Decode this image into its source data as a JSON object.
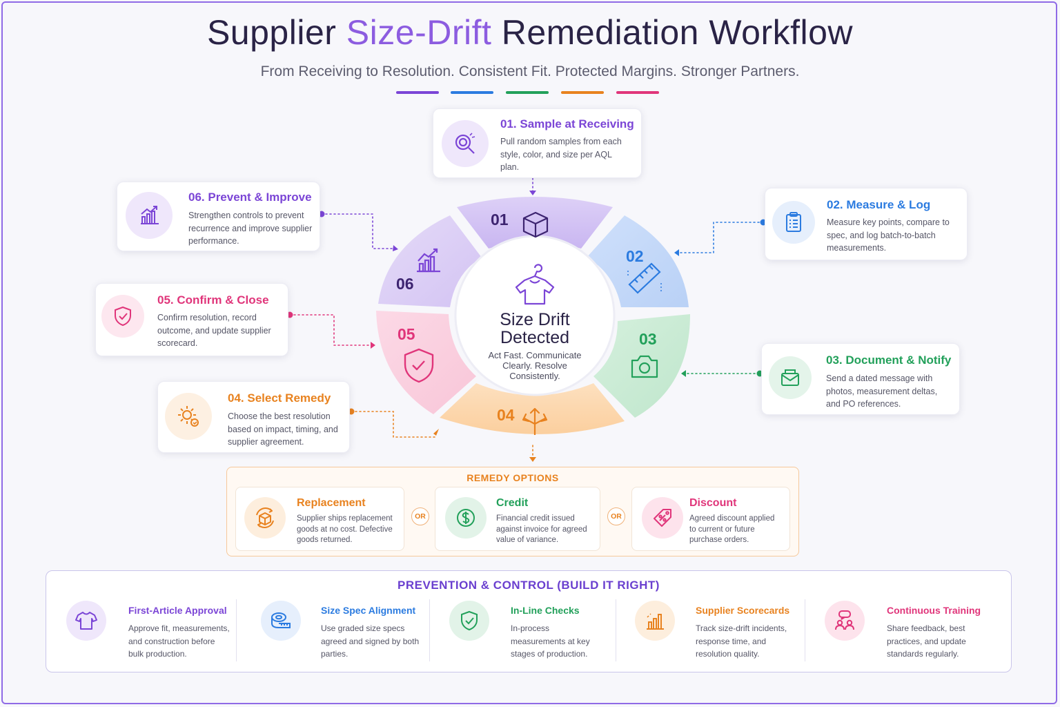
{
  "header": {
    "title_part1": "Supplier ",
    "title_accent": "Size-Drift",
    "title_part2": " Remediation Workflow",
    "subtitle": "From Receiving to Resolution. Consistent Fit. Protected Margins. Stronger Partners."
  },
  "colors": {
    "purple": "#7b45d6",
    "blue": "#2b7be0",
    "green": "#22a05a",
    "orange": "#e8821f",
    "pink": "#e0357a"
  },
  "center": {
    "title": "Size Drift Detected",
    "subtitle": "Act Fast. Communicate Clearly. Resolve Consistently.",
    "icon": "shirt-hanger-icon"
  },
  "segments": [
    {
      "label": "01",
      "icon": "box-icon"
    },
    {
      "label": "02",
      "icon": "ruler-icon"
    },
    {
      "label": "03",
      "icon": "camera-icon"
    },
    {
      "label": "04",
      "icon": "split-arrows-icon"
    },
    {
      "label": "05",
      "icon": "shield-check-icon"
    },
    {
      "label": "06",
      "icon": "growth-chart-icon"
    }
  ],
  "steps": [
    {
      "title": "01. Sample at Receiving",
      "desc": "Pull random samples from each style, color, and size per AQL plan.",
      "icon": "magnifier-icon"
    },
    {
      "title": "02. Measure & Log",
      "desc": "Measure key points, compare to spec, and log batch-to-batch measurements.",
      "icon": "clipboard-icon"
    },
    {
      "title": "03. Document & Notify",
      "desc": "Send a dated message with photos, measurement deltas, and PO references.",
      "icon": "envelope-icon"
    },
    {
      "title": "04. Select Remedy",
      "desc": "Choose the best resolution based on impact, timing, and supplier agreement.",
      "icon": "gear-check-icon"
    },
    {
      "title": "05. Confirm & Close",
      "desc": "Confirm resolution, record outcome, and update supplier scorecard.",
      "icon": "shield-check-icon"
    },
    {
      "title": "06. Prevent & Improve",
      "desc": "Strengthen controls to prevent recurrence and improve supplier performance.",
      "icon": "bar-chart-icon"
    }
  ],
  "remedy": {
    "header": "REMEDY OPTIONS",
    "or_label": "OR",
    "options": [
      {
        "title": "Replacement",
        "desc": "Supplier ships replacement goods at no cost. Defective goods returned.",
        "icon": "box-return-icon"
      },
      {
        "title": "Credit",
        "desc": "Financial credit issued against invoice for agreed value of variance.",
        "icon": "dollar-icon"
      },
      {
        "title": "Discount",
        "desc": "Agreed discount applied to current or future purchase orders.",
        "icon": "percent-tag-icon"
      }
    ]
  },
  "prevention": {
    "header": "PREVENTION & CONTROL (BUILD IT RIGHT)",
    "items": [
      {
        "title": "First-Article Approval",
        "desc": "Approve fit, measurements, and construction before bulk production.",
        "icon": "shirt-icon"
      },
      {
        "title": "Size Spec Alignment",
        "desc": "Use graded size specs agreed and signed by both parties.",
        "icon": "tape-measure-icon"
      },
      {
        "title": "In-Line Checks",
        "desc": "In-process measurements at key stages of production.",
        "icon": "shield-check-icon"
      },
      {
        "title": "Supplier Scorecards",
        "desc": "Track size-drift incidents, response time, and resolution quality.",
        "icon": "bar-chart-icon"
      },
      {
        "title": "Continuous Training",
        "desc": "Share feedback, best practices, and update standards regularly.",
        "icon": "people-chat-icon"
      }
    ]
  }
}
